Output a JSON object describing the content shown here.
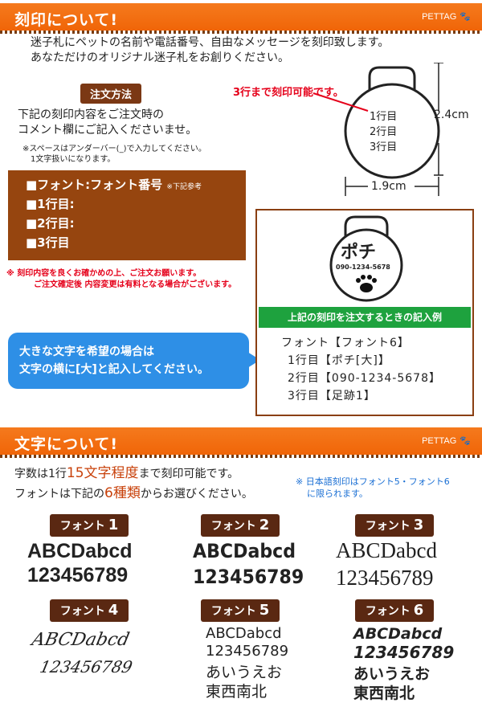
{
  "section1": {
    "title": "刻印について!",
    "brand": "PETTAG",
    "intro": [
      "迷子札にペットの名前や電話番号、自由なメッセージを刻印致します。",
      "あなただけのオリジナル迷子札をお創りください。"
    ]
  },
  "order": {
    "badge": "注文方法",
    "text": [
      "下記の刻印内容をご注文時の",
      "コメント欄にご記入くださいませ。"
    ],
    "notes": [
      "※スペースはアンダーバー(_)で入力してください。",
      "1文字扱いになります。"
    ]
  },
  "form_box": {
    "font_line": "■フォント:フォント番号",
    "font_note": "※下記参考",
    "line1": "■1行目:",
    "line2": "■2行目:",
    "line3": "■3行目"
  },
  "warning": [
    "※ 刻印内容を良くお確かめの上、ご注文お願います。",
    "ご注文確定後 内容変更は有料となる場合がございます。"
  ],
  "tag_diagram": {
    "caption": "3行まで刻印可能です。",
    "lines": [
      "1行目",
      "2行目",
      "3行目"
    ],
    "height": "2.4cm",
    "width": "1.9cm"
  },
  "bubble": [
    "大きな文字を希望の場合は",
    "文字の横に[大]と記入してください。"
  ],
  "example": {
    "tag_name": "ポチ",
    "tag_phone": "090-1234-5678",
    "label": "上記の刻印を注文するときの記入例",
    "lines": [
      "フォント【フォント6】",
      "1行目【ポチ[大]】",
      "2行目【090-1234-5678】",
      "3行目【足跡1】"
    ]
  },
  "section2": {
    "title": "文字について!",
    "brand": "PETTAG",
    "line1_a": "字数は1行",
    "line1_b": "15文字程度",
    "line1_c": "まで刻印可能です。",
    "line2_a": "フォントは下記の",
    "line2_b": "6種類",
    "line2_c": "からお選びください。",
    "note": [
      "※ 日本語刻印はフォント5・フォント6",
      "に限られます。"
    ]
  },
  "fonts": [
    {
      "label": "フォント",
      "num": "1",
      "samples": [
        "ABCDabcd",
        "123456789"
      ]
    },
    {
      "label": "フォント",
      "num": "2",
      "samples": [
        "ABCDabcd",
        "123456789"
      ]
    },
    {
      "label": "フォント",
      "num": "3",
      "samples": [
        "ABCDabcd",
        "123456789"
      ]
    },
    {
      "label": "フォント",
      "num": "4",
      "samples": [
        "ABCDabcd",
        "123456789"
      ]
    },
    {
      "label": "フォント",
      "num": "5",
      "samples": [
        "ABCDabcd",
        "123456789",
        "あいうえお",
        "東西南北"
      ]
    },
    {
      "label": "フォント",
      "num": "6",
      "samples": [
        "ABCDabcd",
        "123456789",
        "あいうえお",
        "東西南北"
      ]
    }
  ],
  "colors": {
    "orange": "#f06508",
    "brown": "#96450f",
    "dark_brown": "#5a2812",
    "red": "#e5001a",
    "green": "#1ea23e",
    "blue": "#2e8fe6"
  }
}
